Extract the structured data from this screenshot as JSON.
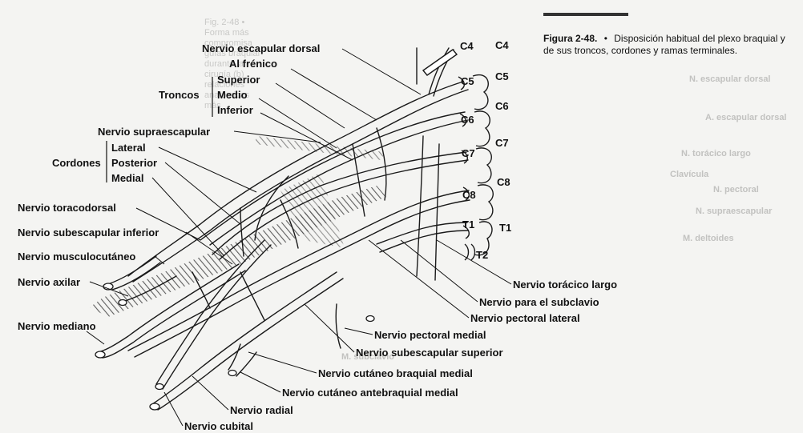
{
  "caption": {
    "figure_number": "Figura 2-48.",
    "bullet": "•",
    "text": "Disposición habitual del plexo braquial y de sus troncos, cordones y ramas terminales."
  },
  "roots": [
    "C4",
    "C5",
    "C6",
    "C7",
    "C8",
    "T1",
    "T2"
  ],
  "roots_inner": [
    "C4",
    "C5",
    "C6",
    "C7",
    "C8",
    "T1"
  ],
  "labels": {
    "escapular_dorsal": "Nervio escapular dorsal",
    "frenico": "Al frénico",
    "troncos": "Troncos",
    "superior": "Superior",
    "medio": "Medio",
    "inferior": "Inferior",
    "supraescapular": "Nervio supraescapular",
    "cordones": "Cordones",
    "lateral": "Lateral",
    "posterior": "Posterior",
    "medial": "Medial",
    "toracodorsal": "Nervio toracodorsal",
    "subescapular_inferior": "Nervio subescapular inferior",
    "musculocutaneo": "Nervio musculocutáneo",
    "axilar": "Nervio axilar",
    "mediano": "Nervio mediano",
    "toracico_largo": "Nervio torácico largo",
    "subclavio": "Nervio para el subclavio",
    "pectoral_lateral": "Nervio pectoral lateral",
    "pectoral_medial": "Nervio pectoral medial",
    "subescapular_superior": "Nervio subescapular superior",
    "cutaneo_braquial": "Nervio cutáneo braquial medial",
    "cutaneo_antebraquial": "Nervio cutáneo antebraquial medial",
    "radial": "Nervio radial",
    "cubital": "Nervio cubital"
  },
  "bleed_through": {
    "left_text": "Fig. 2-48 • Forma más compromisa guías braquial durante la cirugía (b) relaciones anatómicas más",
    "right_items": [
      "N. escapular dorsal",
      "A. escapular dorsal",
      "N. torácico largo",
      "Clavícula",
      "N. pectoral",
      "N. supraescapular",
      "M. deltoides"
    ],
    "bottom_item": "M. subclavio"
  }
}
